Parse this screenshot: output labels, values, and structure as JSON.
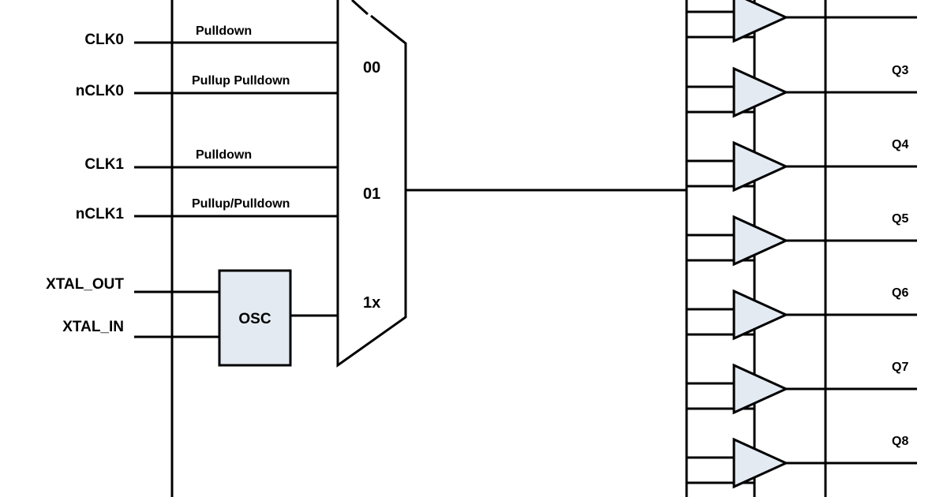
{
  "inputs": {
    "clk0": "CLK0",
    "nclk0": "nCLK0",
    "clk1": "CLK1",
    "nclk1": "nCLK1",
    "xtal_out": "XTAL_OUT",
    "xtal_in": "XTAL_IN"
  },
  "resistors": {
    "clk0": "Pulldown",
    "nclk0": "Pullup Pulldown",
    "clk1": "Pulldown",
    "nclk1": "Pullup/Pulldown"
  },
  "mux": {
    "sel_00": "00",
    "sel_01": "01",
    "sel_1x": "1x"
  },
  "osc": {
    "label": "OSC"
  },
  "outputs": [
    {
      "label": "Q3"
    },
    {
      "label": "Q4"
    },
    {
      "label": "Q5"
    },
    {
      "label": "Q6"
    },
    {
      "label": "Q7"
    },
    {
      "label": "Q8"
    }
  ],
  "colors": {
    "block_fill": "#e3eaf2",
    "line": "#000000"
  }
}
